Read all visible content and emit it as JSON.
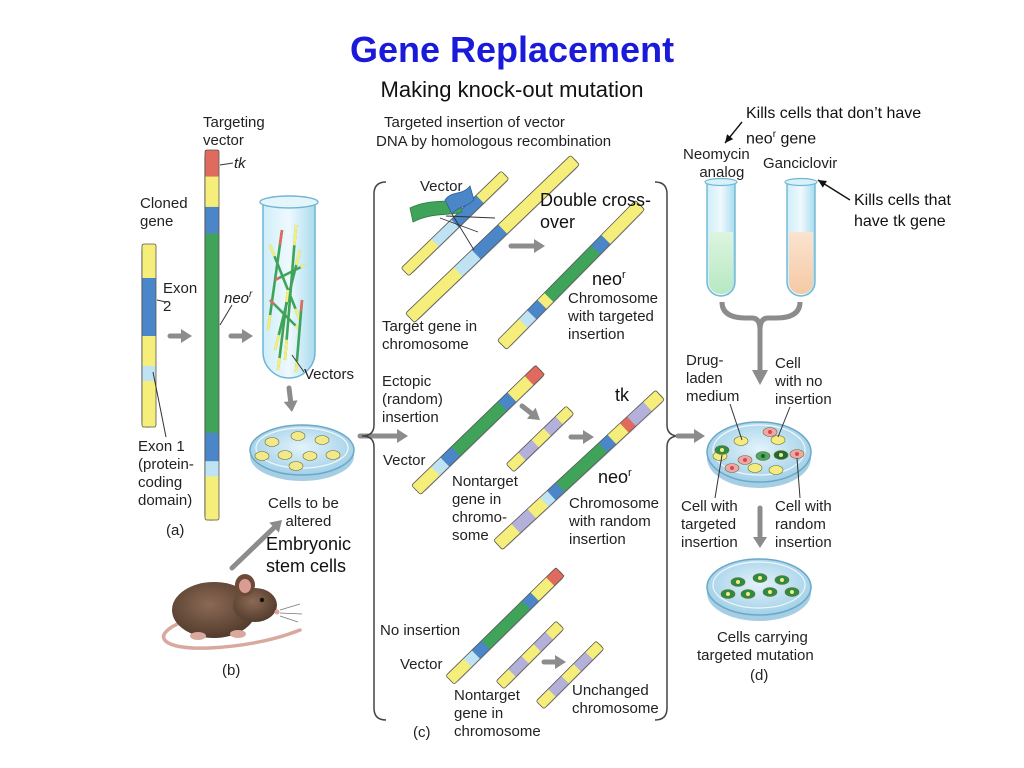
{
  "title": "Gene Replacement",
  "subtitle": "Making knock-out mutation",
  "colors": {
    "title": "#1a1adb",
    "yellow": "#f6ee7a",
    "blue": "#4a86c8",
    "lightblue": "#bfe3f2",
    "green": "#3fa45a",
    "red": "#e06a5e",
    "purple": "#b3b1d9",
    "gray": "#8c8c8c"
  },
  "labels": {
    "targeting_vector": [
      "Targeting",
      "vector"
    ],
    "tk": "tk",
    "cloned_gene": [
      "Cloned",
      "gene"
    ],
    "exon2": [
      "Exon",
      "2"
    ],
    "neo_a": "neo",
    "neo_a_sup": "r",
    "exon1": [
      "Exon 1",
      "(protein-",
      "coding",
      "domain)"
    ],
    "vectors": "Vectors",
    "cells_to_be_altered": [
      "Cells to be",
      "altered"
    ],
    "panel_a": "(a)",
    "embryonic": [
      "Embryonic",
      "stem cells"
    ],
    "panel_b": "(b)",
    "targeted_insertion_header": [
      "Targeted insertion of vector",
      "DNA by homologous recombination"
    ],
    "vector1": "Vector",
    "double_crossover": [
      "Double cross-",
      "over"
    ],
    "neo_c1": "neo",
    "neo_c1_sup": "r",
    "chromosome_targeted": [
      "Chromosome",
      "with targeted",
      "insertion"
    ],
    "target_gene": [
      "Target gene in",
      "chromosome"
    ],
    "ectopic": [
      "Ectopic",
      "(random)",
      "insertion"
    ],
    "tk_c": "tk",
    "vector2": "Vector",
    "neo_c2": "neo",
    "neo_c2_sup": "r",
    "nontarget1": [
      "Nontarget",
      "gene in",
      "chromo-",
      "some"
    ],
    "chromosome_random": [
      "Chromosome",
      "with random",
      "insertion"
    ],
    "no_insertion": "No insertion",
    "vector3": "Vector",
    "nontarget2": [
      "Nontarget",
      "gene in",
      "chromosome"
    ],
    "unchanged": [
      "Unchanged",
      "chromosome"
    ],
    "panel_c": "(c)",
    "kills_neo": [
      "Kills cells that don’t have",
      "neo",
      "r",
      " gene"
    ],
    "neomycin": [
      "Neomycin",
      "analog"
    ],
    "ganciclovir": "Ganciclovir",
    "kills_tk": [
      "Kills cells that",
      "have tk gene"
    ],
    "drug_laden": [
      "Drug-",
      "laden",
      "medium"
    ],
    "cell_no_insertion": [
      "Cell",
      "with no",
      "insertion"
    ],
    "cell_targeted": [
      "Cell with",
      "targeted",
      "insertion"
    ],
    "cell_random": [
      "Cell with",
      "random",
      "insertion"
    ],
    "cells_carrying": [
      "Cells carrying",
      "targeted mutation"
    ],
    "panel_d": "(d)"
  }
}
